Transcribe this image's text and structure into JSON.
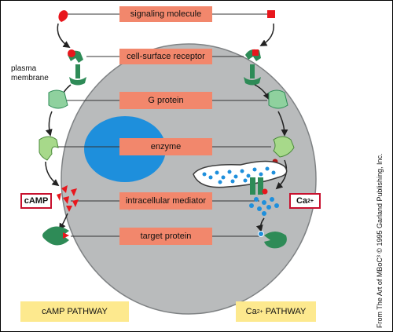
{
  "boxes": {
    "signaling_molecule": "signaling molecule",
    "receptor": "cell-surface receptor",
    "g_protein": "G protein",
    "enzyme": "enzyme",
    "mediator": "intracellular mediator",
    "target": "target protein"
  },
  "membrane_label": {
    "line1": "plasma",
    "line2": "membrane"
  },
  "tags": {
    "camp": "cAMP",
    "ca_base": "Ca",
    "ca_sup": "2+"
  },
  "pathways": {
    "camp": "cAMP PATHWAY",
    "ca_base": "Ca",
    "ca_sup": "2+",
    "ca_rest": " PATHWAY"
  },
  "credit": "From The Art of MBoC³ © 1995 Garland Publishing, Inc.",
  "colors": {
    "cell": "#b9bbbc",
    "nucleus": "#1e8fdc",
    "receptor_green": "#2e8b57",
    "label_box": "#f2876c",
    "pathway_box": "#fde98e",
    "ligand_red": "#e8161c",
    "tag_border": "#c8102e"
  }
}
